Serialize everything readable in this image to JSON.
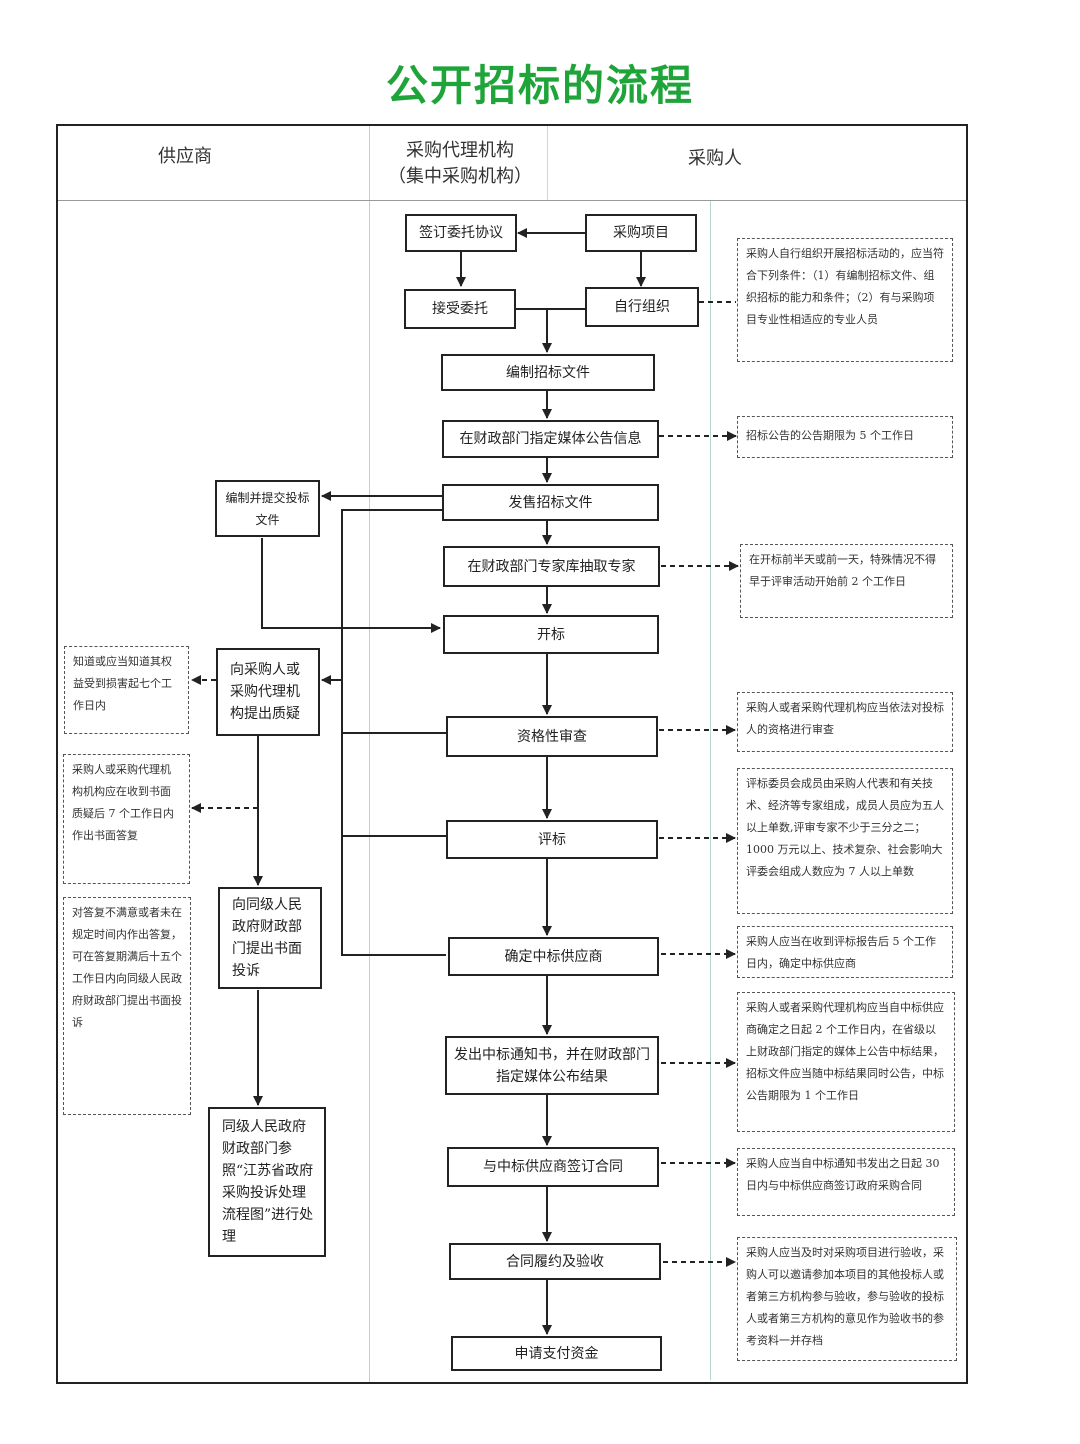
{
  "title": "公开招标的流程",
  "lanes": {
    "supplier": "供应商",
    "agency_line1": "采购代理机构",
    "agency_line2": "（集中采购机构）",
    "purchaser": "采购人"
  },
  "boxes": {
    "sign": "签订委托协议",
    "project": "采购项目",
    "accept": "接受委托",
    "self_org": "自行组织",
    "compile": "编制招标文件",
    "announce": "在财政部门指定媒体公告信息",
    "sell": "发售招标文件",
    "bid_prepare": "编制并提交投标文件",
    "experts": "在财政部门专家库抽取专家",
    "open": "开标",
    "question": "向采购人或采购代理机构提出质疑",
    "qualify": "资格性审查",
    "evaluate": "评标",
    "complain": "向同级人民政府财政部门提出书面投诉",
    "determine": "确定中标供应商",
    "notify": "发出中标通知书，并在财政部门指定媒体公布结果",
    "handle": "同级人民政府财政部门参照“江苏省政府采购投诉处理流程图”进行处理",
    "contract": "与中标供应商签订合同",
    "acceptance": "合同履约及验收",
    "payment": "申请支付资金"
  },
  "notes": {
    "self_org": "采购人自行组织开展招标活动的，应当符合下列条件：（1）有编制招标文件、组织招标的能力和条件；（2）有与采购项目专业性相适应的专业人员",
    "announce": "招标公告的公告期限为 5 个工作日",
    "experts": "在开标前半天或前一天，特殊情况不得早于评审活动开始前 2 个工作日",
    "question": "知道或应当知道其权益受到损害起七个工作日内",
    "reply": "采购人或采购代理机构机构应在收到书面质疑后 7 个工作日内作出书面答复",
    "complain": "对答复不满意或者未在规定时间内作出答复，可在答复期满后十五个工作日内向同级人民政府财政部门提出书面投诉",
    "qualify": "采购人或者采购代理机构应当依法对投标人的资格进行审查",
    "evaluate": "评标委员会成员由采购人代表和有关技术、经济等专家组成，成员人员应为五人以上单数,评审专家不少于三分之二；1000 万元以上、技术复杂、社会影响大评委会组成人数应为 7 人以上单数",
    "determine": "采购人应当在收到评标报告后 5 个工作日内，确定中标供应商",
    "notify": "采购人或者采购代理机构应当自中标供应商确定之日起 2 个工作日内，在省级以上财政部门指定的媒体上公告中标结果，招标文件应当随中标结果同时公告，中标公告期限为 1 个工作日",
    "contract": "采购人应当自中标通知书发出之日起 30 日内与中标供应商签订政府采购合同",
    "acceptance": "采购人应当及时对采购项目进行验收，采购人可以邀请参加本项目的其他投标人或者第三方机构参与验收，参与验收的投标人或者第三方机构的意见作为验收书的参考资料一并存档"
  },
  "colors": {
    "title": "#1fa43a",
    "line": "#222222",
    "lane_divider": "#b7d6c8"
  }
}
